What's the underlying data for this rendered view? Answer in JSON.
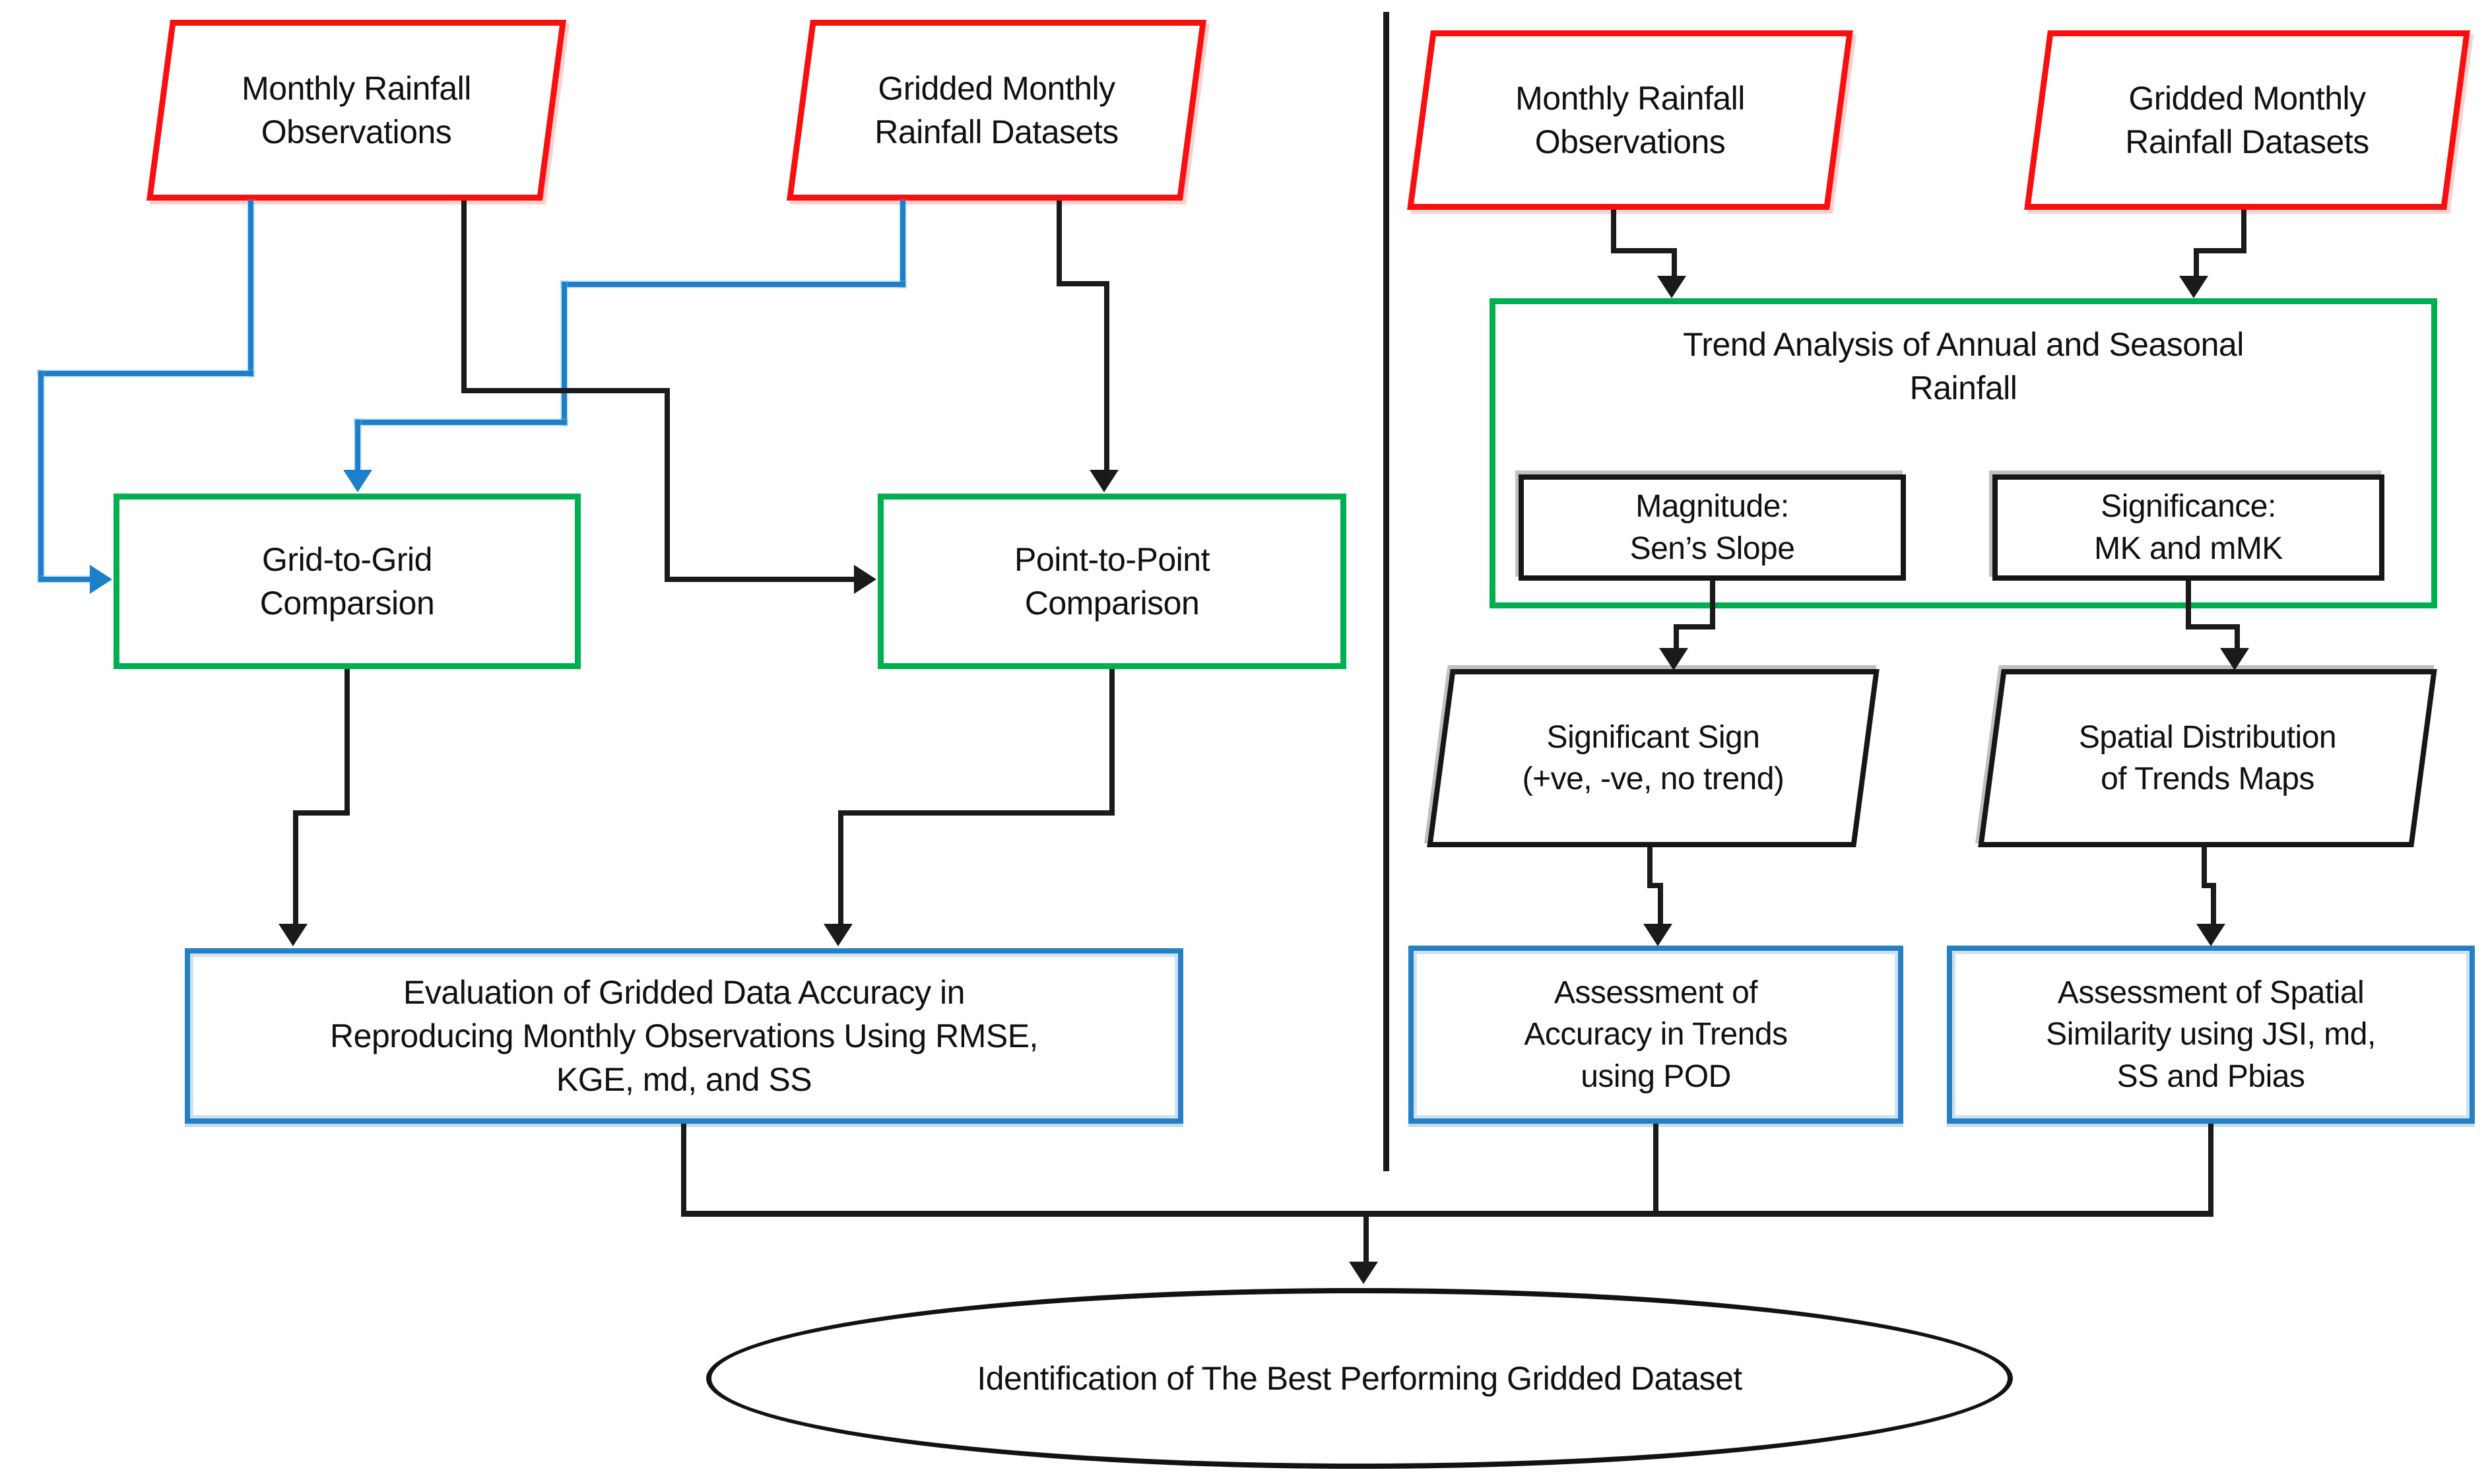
{
  "diagram": {
    "left": {
      "obs_input": "Monthly Rainfall\nObservations",
      "gridded_input": "Gridded Monthly\nRainfall Datasets",
      "grid_to_grid": "Grid-to-Grid\nComparsion",
      "point_to_point": "Point-to-Point\nComparison",
      "evaluation": "Evaluation of Gridded Data Accuracy in\nReproducing Monthly Observations Using RMSE,\nKGE, md, and SS"
    },
    "right": {
      "obs_input": "Monthly Rainfall\nObservations",
      "gridded_input": "Gridded Monthly\nRainfall Datasets",
      "trend_analysis": "Trend Analysis of Annual and Seasonal\nRainfall",
      "magnitude": "Magnitude:\nSen’s Slope",
      "significance": "Significance:\nMK and mMK",
      "significant_sign": "Significant Sign\n(+ve, -ve, no trend)",
      "spatial_distribution": "Spatial Distribution\nof Trends Maps",
      "accuracy_assessment": "Assessment of\nAccuracy in Trends\nusing POD",
      "spatial_similarity": "Assessment of Spatial\nSimilarity using JSI, md,\nSS and Pbias"
    },
    "outcome": "Identification of The Best Performing Gridded Dataset",
    "colors": {
      "input_border": "#f80f0f",
      "process_border": "#00b050",
      "result_border": "#2580c3",
      "shape_border": "#161616",
      "blue_connector": "#1b7fc9",
      "black_connector": "#1a1a1a"
    }
  }
}
